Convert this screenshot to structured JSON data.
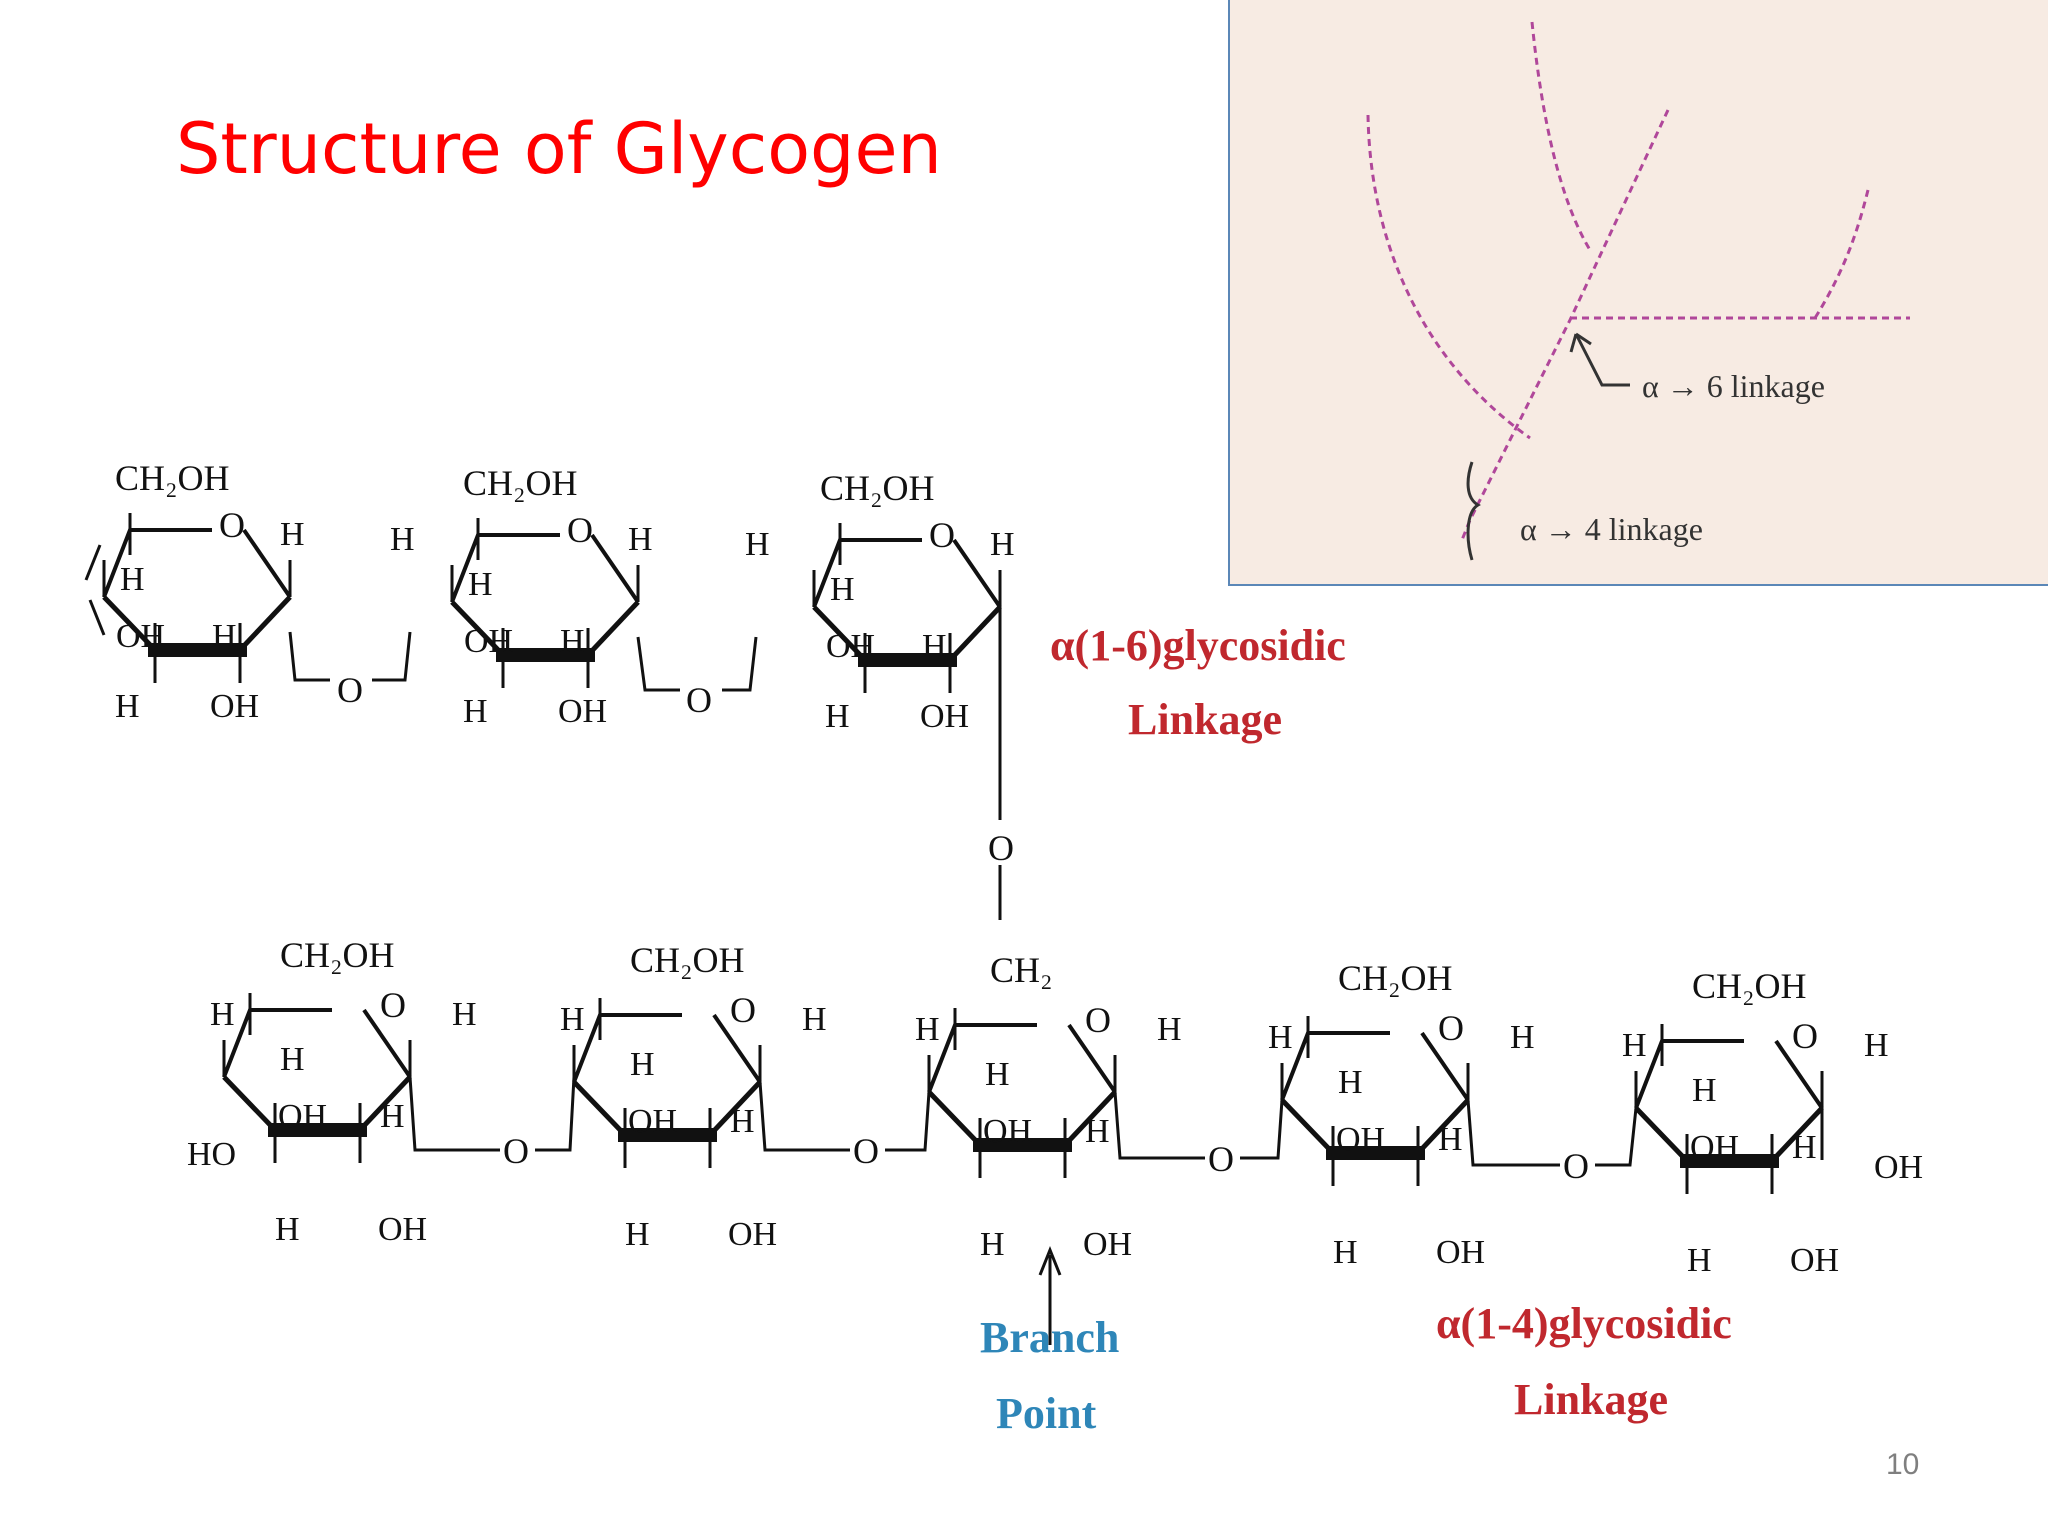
{
  "slide": {
    "title": "Structure of Glycogen",
    "page_number": "10"
  },
  "inset": {
    "alpha6_label": "α → 6 linkage",
    "alpha4_label": "α → 4 linkage"
  },
  "annotations": {
    "alpha16_line1": "α(1-6)glycosidic",
    "alpha16_line2": "Linkage",
    "alpha14_line1": "α(1-4)glycosidic",
    "alpha14_line2": "Linkage",
    "branch_line1": "Branch",
    "branch_line2": "Point"
  },
  "colors": {
    "title": "#ff0000",
    "linkage_label": "#c0282e",
    "branch_label": "#2e86b8",
    "inset_bg": "#f7ebe3",
    "inset_border": "#5b87b7",
    "dashed_chain": "#b0479a"
  },
  "chem_labels": {
    "ch2oh": "CH₂OH",
    "ch2": "CH₂",
    "ring_o": "O",
    "h": "H",
    "oh": "OH",
    "ho": "HO",
    "bridge_o": "O"
  }
}
